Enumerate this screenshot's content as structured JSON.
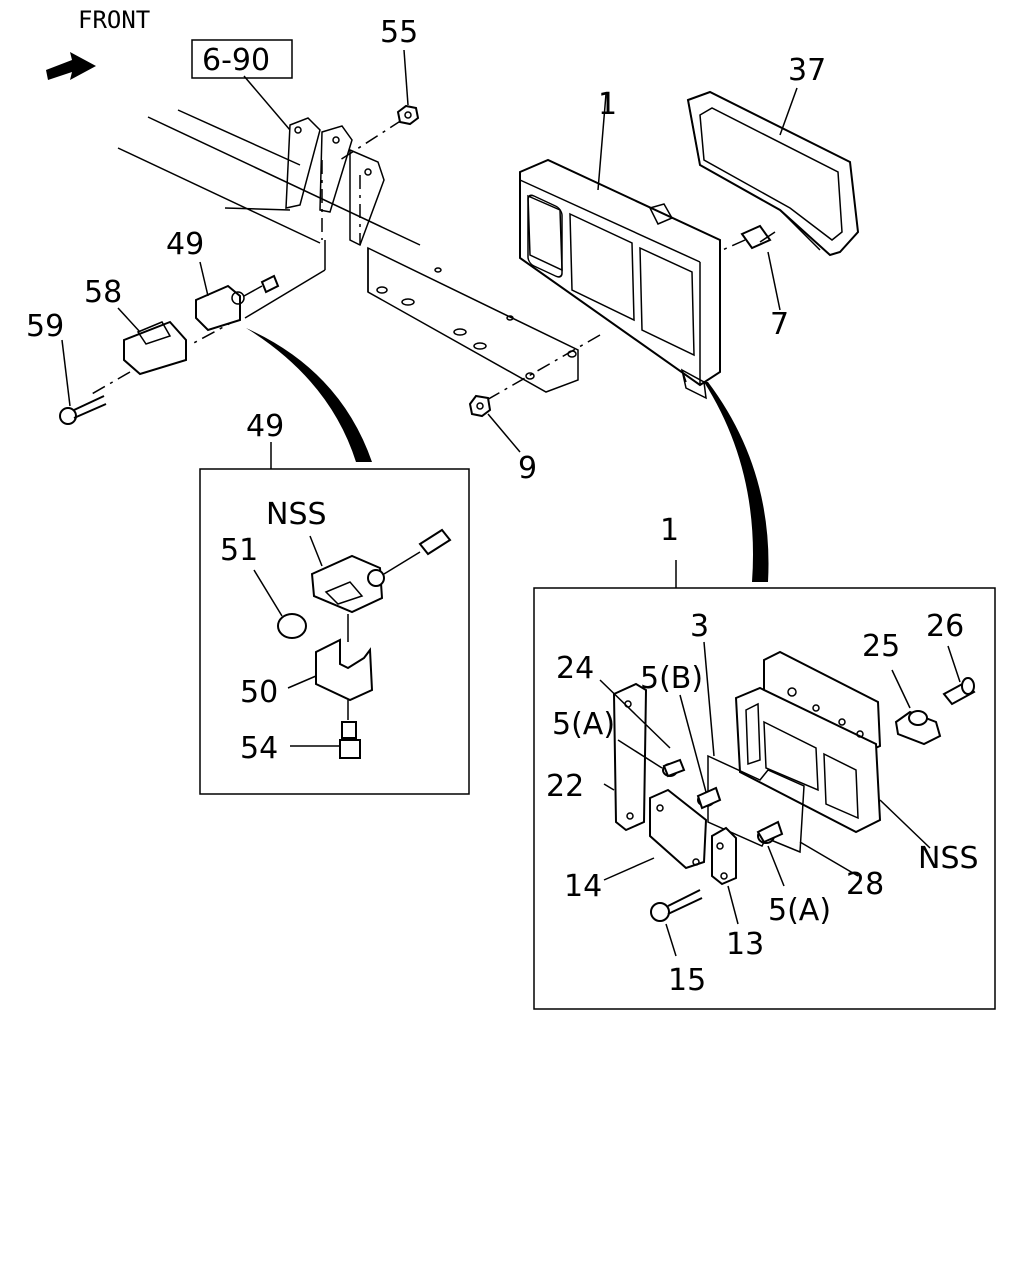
{
  "header": {
    "front_label": "FRONT",
    "ref_box": "6-90"
  },
  "callouts": {
    "c55": "55",
    "c37": "37",
    "c1": "1",
    "c49": "49",
    "c58": "58",
    "c59": "59",
    "c7": "7",
    "c9": "9",
    "inset_left_ref": "49",
    "inset_left_nss": "NSS",
    "c51": "51",
    "c50": "50",
    "c54": "54",
    "inset_right_ref": "1",
    "c3": "3",
    "c24": "24",
    "c5b": "5(B)",
    "c5a_top": "5(A)",
    "c25": "25",
    "c26": "26",
    "c22": "22",
    "c14": "14",
    "c28": "28",
    "inset_right_nss": "NSS",
    "c5a_bottom": "5(A)",
    "c13": "13",
    "c15": "15"
  }
}
